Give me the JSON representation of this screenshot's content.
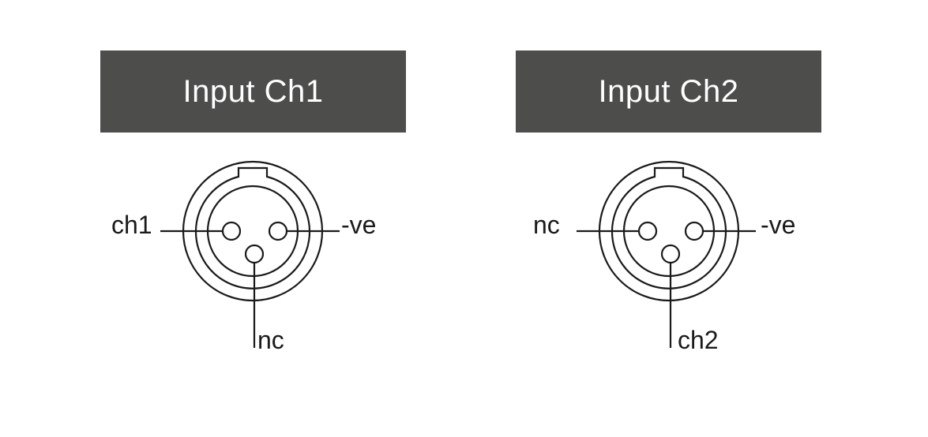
{
  "channels": [
    {
      "title": "Input Ch1",
      "left_label": "ch1",
      "right_label": "-ve",
      "bottom_label": "nc"
    },
    {
      "title": "Input Ch2",
      "left_label": "nc",
      "right_label": "-ve",
      "bottom_label": "ch2"
    }
  ],
  "colors": {
    "header_bg": "#4d4d4c",
    "header_text": "#ffffff",
    "line": "#1a1a1a"
  }
}
